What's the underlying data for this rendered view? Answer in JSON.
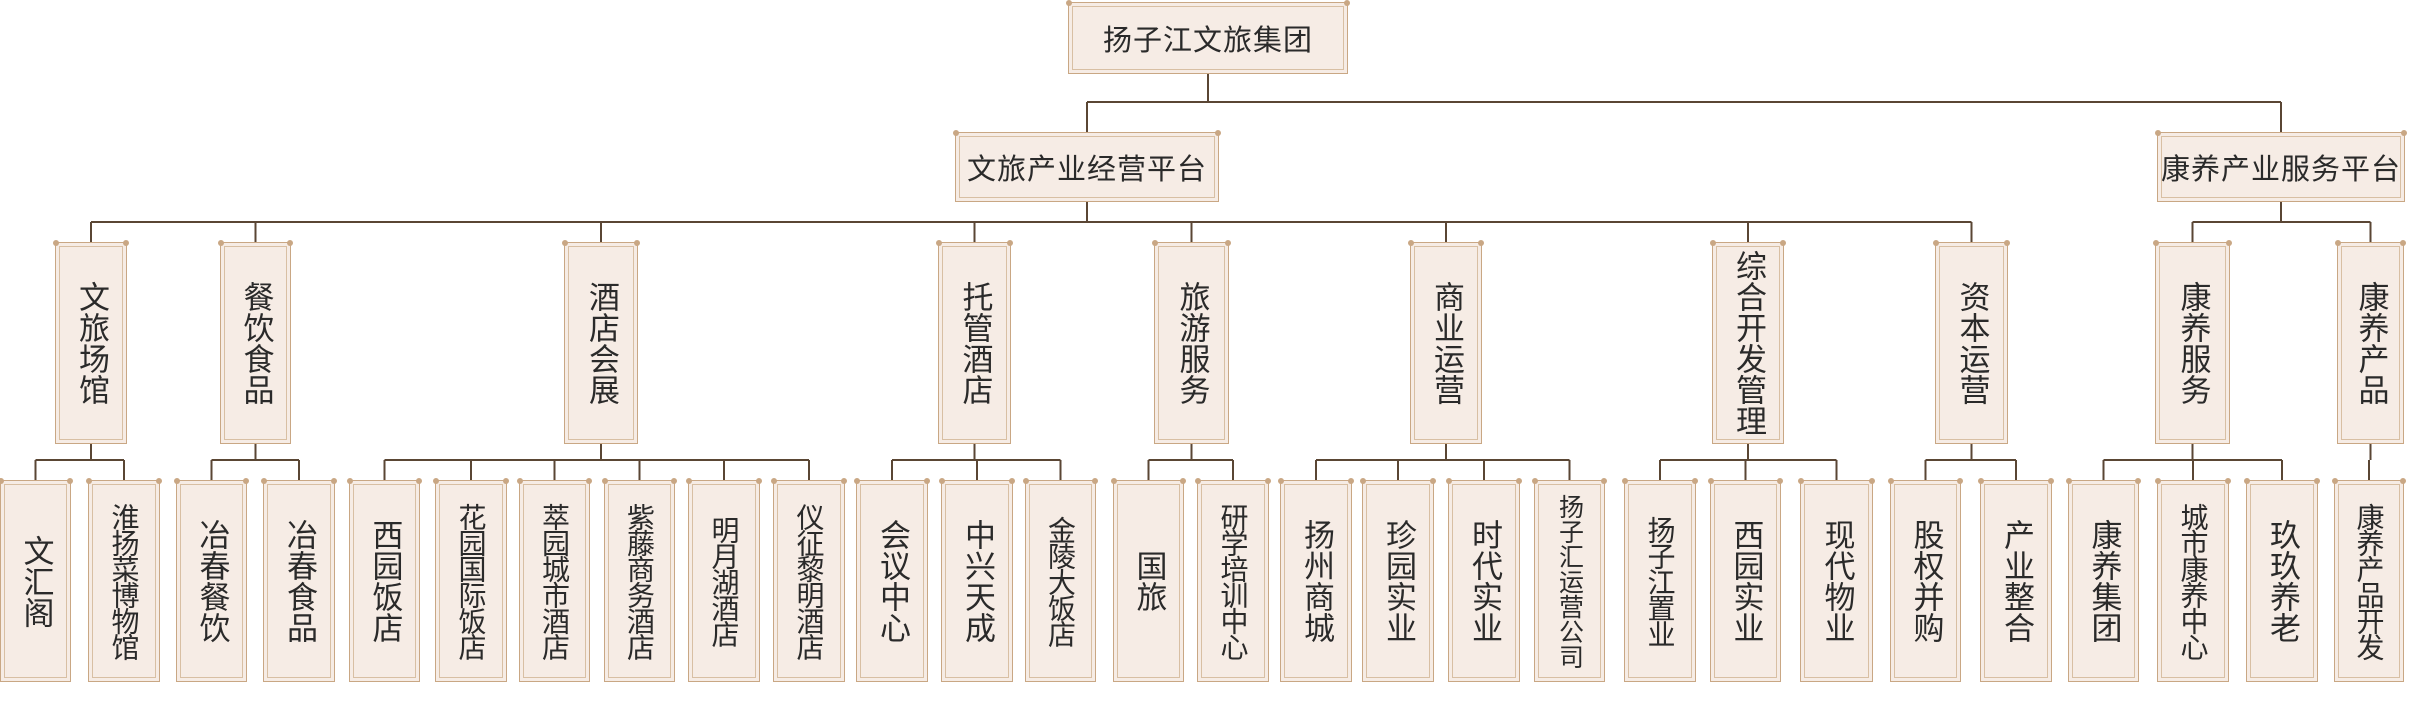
{
  "root": "扬子江文旅集团",
  "platforms": [
    {
      "id": "p1",
      "label": "文旅产业经营平台"
    },
    {
      "id": "p2",
      "label": "康养产业服务平台"
    }
  ],
  "divisions": [
    {
      "id": "d1",
      "label": "文旅场馆",
      "platform": "p1",
      "children": [
        "文汇阁",
        "淮扬菜博物馆"
      ]
    },
    {
      "id": "d2",
      "label": "餐饮食品",
      "platform": "p1",
      "children": [
        "冶春餐饮",
        "冶春食品"
      ]
    },
    {
      "id": "d3",
      "label": "酒店会展",
      "platform": "p1",
      "children": [
        "西园饭店",
        "花园国际饭店",
        "萃园城市酒店",
        "紫藤商务酒店",
        "明月湖酒店",
        "仪征黎明酒店"
      ]
    },
    {
      "id": "d4",
      "label": "托管酒店",
      "platform": "p1",
      "children": [
        "会议中心",
        "中兴天成",
        "金陵大饭店"
      ]
    },
    {
      "id": "d5",
      "label": "旅游服务",
      "platform": "p1",
      "children": [
        "国旅",
        "研学培训中心"
      ]
    },
    {
      "id": "d6",
      "label": "商业运营",
      "platform": "p1",
      "children": [
        "扬州商城",
        "珍园实业",
        "时代实业",
        "扬子汇运营公司"
      ]
    },
    {
      "id": "d7",
      "label": "综合开发管理",
      "platform": "p1",
      "children": [
        "扬子江置业",
        "西园实业",
        "现代物业"
      ]
    },
    {
      "id": "d8",
      "label": "资本运营",
      "platform": "p1",
      "children": [
        "股权并购",
        "产业整合"
      ]
    },
    {
      "id": "d9",
      "label": "康养服务",
      "platform": "p2",
      "children": [
        "康养集团",
        "城市康养中心",
        "玖玖养老"
      ]
    },
    {
      "id": "d10",
      "label": "康养产品",
      "platform": "p2",
      "children": [
        "康养产品开发"
      ]
    }
  ]
}
